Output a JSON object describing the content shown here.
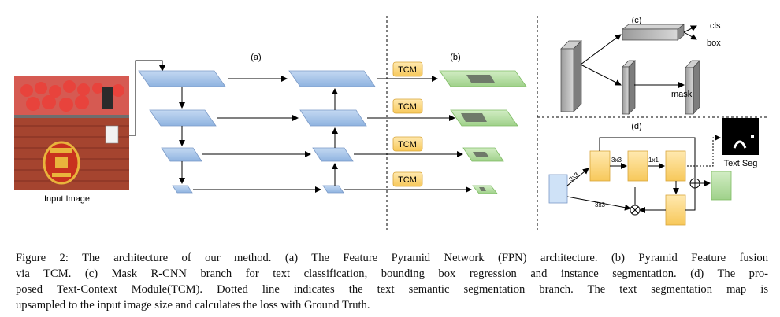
{
  "figure": {
    "panel_a": "(a)",
    "panel_b": "(b)",
    "panel_c": "(c)",
    "panel_d": "(d)",
    "input_label": "Input Image",
    "tcm_label": "TCM",
    "cls_label": "cls",
    "box_label": "box",
    "mask_label": "mask",
    "conv3x3": "3x3",
    "conv1x1": "1x1",
    "text_seg_label": "Text Seg",
    "plus_op": "⊕",
    "times_op": "⊗",
    "colors": {
      "fpn_blue": "#a9c6ea",
      "tcm_yellow": "#fdd680",
      "seg_green": "#b8e0a8",
      "input_blue": "#cfe2f7"
    }
  },
  "caption": {
    "line1": "Figure 2: The architecture of our method. (a) The Feature Pyramid Network (FPN) architecture. (b) Pyramid Feature fusion",
    "line2": "via TCM. (c) Mask R-CNN branch for text classification, bounding box regression and instance segmentation. (d) The pro-",
    "line3": "posed Text-Context Module(TCM). Dotted line indicates the text semantic segmentation branch. The text segmentation map is",
    "line4": "upsampled to the input image size and calculates the loss with Ground Truth."
  }
}
